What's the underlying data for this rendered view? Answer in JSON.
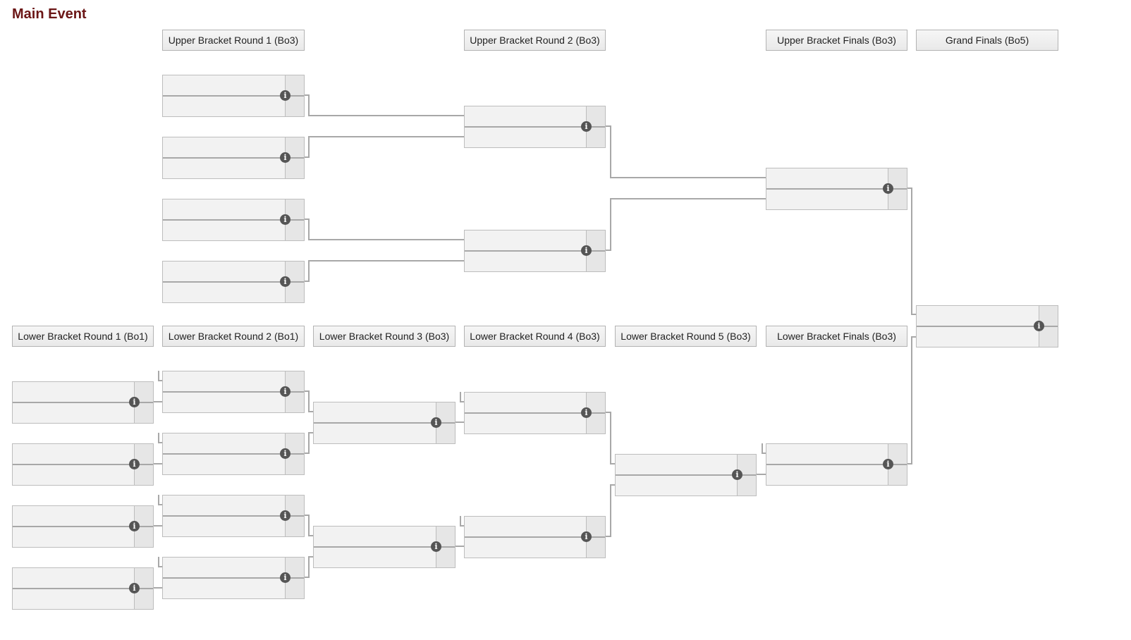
{
  "title": "Main Event",
  "colors": {
    "title": "#6b1616",
    "match_bg": "#f2f2f2",
    "score_bg": "#e6e6e6",
    "connector": "#a8a8a8",
    "info_icon": "#555555"
  },
  "info_glyph": "i",
  "rounds": {
    "ub1": "Upper Bracket Round 1 (Bo3)",
    "ub2": "Upper Bracket Round 2 (Bo3)",
    "ubf": "Upper Bracket Finals (Bo3)",
    "gf": "Grand Finals (Bo5)",
    "lb1": "Lower Bracket Round 1 (Bo1)",
    "lb2": "Lower Bracket Round 2 (Bo1)",
    "lb3": "Lower Bracket Round 3 (Bo3)",
    "lb4": "Lower Bracket Round 4 (Bo3)",
    "lb5": "Lower Bracket Round 5 (Bo3)",
    "lbf": "Lower Bracket Finals (Bo3)"
  },
  "icons": {
    "match_info": "info-icon"
  }
}
